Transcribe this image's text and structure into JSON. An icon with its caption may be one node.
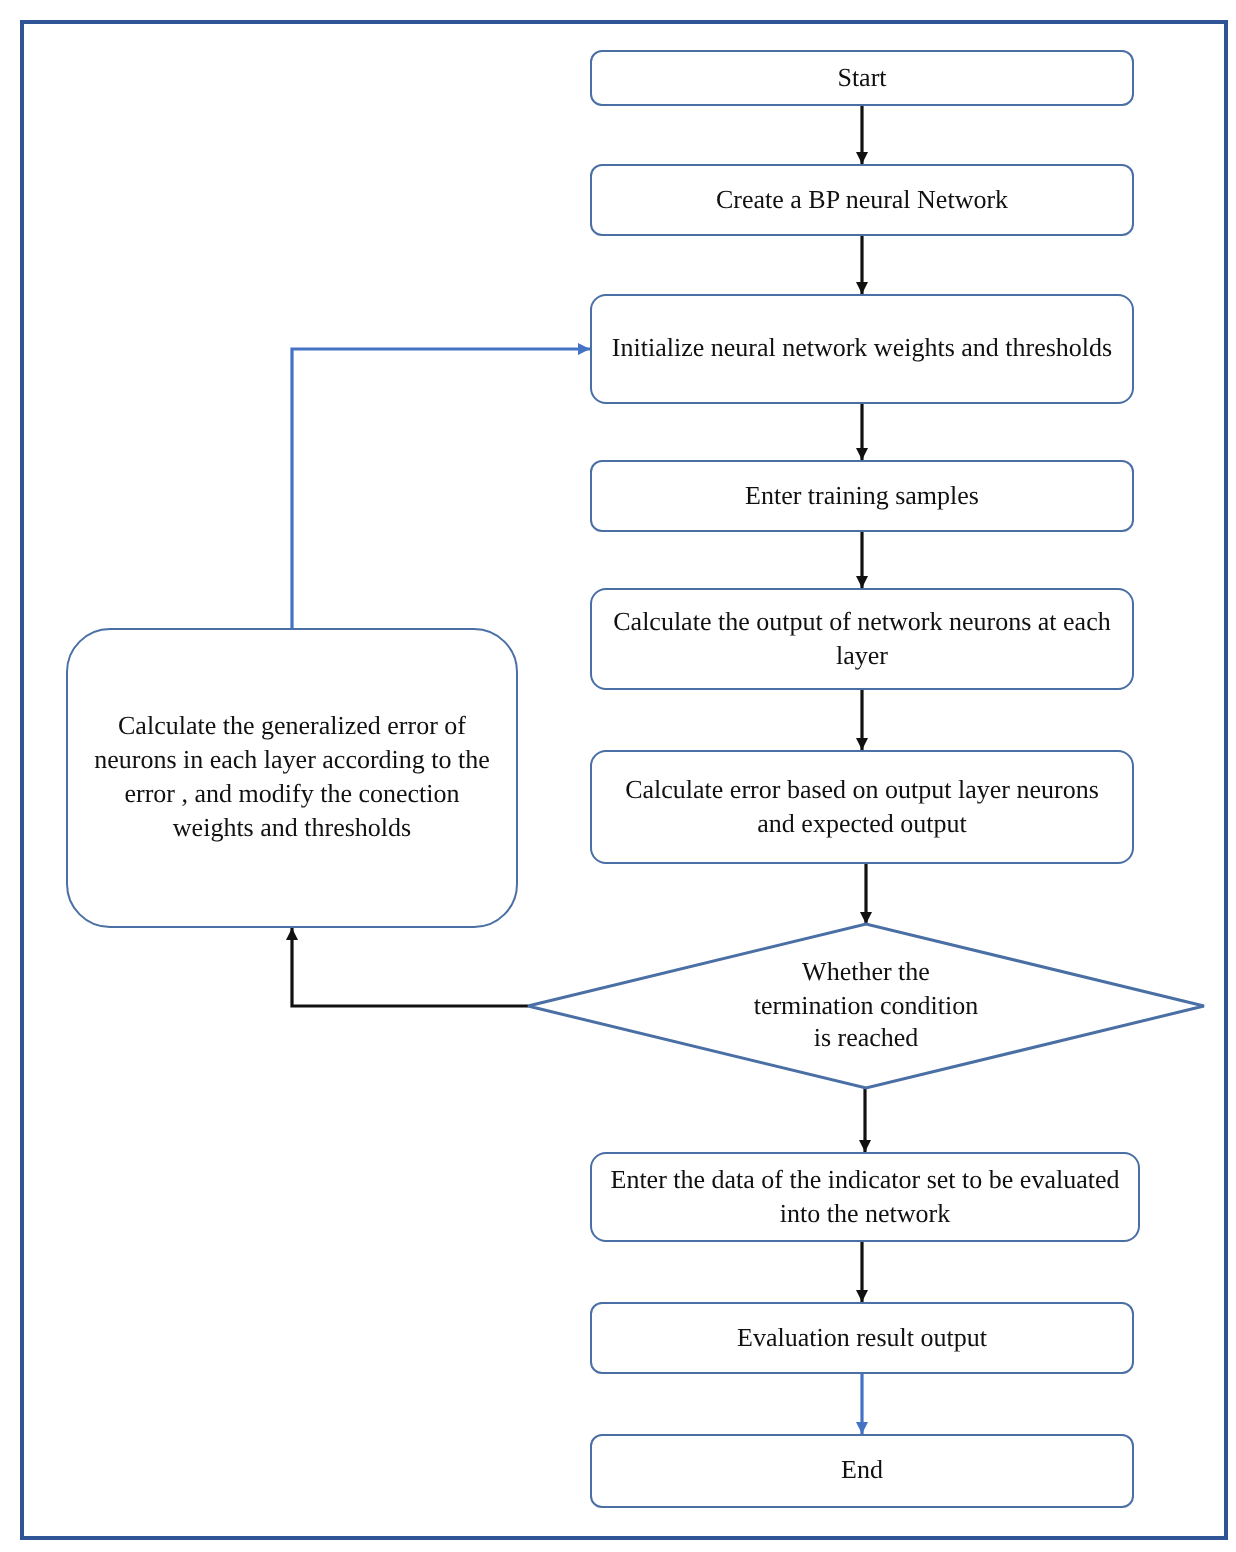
{
  "diagram": {
    "nodes": [
      {
        "text": [
          "Start"
        ]
      },
      {
        "text": [
          "Create a BP neural Network"
        ]
      },
      {
        "text": [
          "Initialize neural network weights and thresholds"
        ]
      },
      {
        "text": [
          "Enter training samples"
        ]
      },
      {
        "text": [
          "Calculate the output of network neurons at each layer"
        ]
      },
      {
        "text": [
          "Calculate error based on output layer neurons and expected output"
        ]
      },
      {
        "text": [
          "Whether the termination condition is reached"
        ]
      },
      {
        "text": [
          "Enter the data of the indicator set to be evaluated into the network"
        ]
      },
      {
        "text": [
          "Evaluation result output"
        ]
      },
      {
        "text": [
          "End"
        ]
      },
      {
        "text": [
          "Calculate the generalized error of neurons in each layer according to the error , and modify the conection weights and thresholds"
        ]
      }
    ],
    "edges": [
      {
        "from": 0,
        "to": 1,
        "arrow": "to"
      },
      {
        "from": 1,
        "to": 2,
        "arrow": "to"
      },
      {
        "from": 2,
        "to": 3,
        "arrow": "to"
      },
      {
        "from": 3,
        "to": 4,
        "arrow": "to"
      },
      {
        "from": 4,
        "to": 5,
        "arrow": "to"
      },
      {
        "from": 5,
        "to": 6,
        "arrow": "to"
      },
      {
        "from": 6,
        "to": 7,
        "arrow": "to"
      },
      {
        "from": 7,
        "to": 8,
        "arrow": "to"
      },
      {
        "from": 8,
        "to": 9,
        "arrow": "to",
        "color": "#4472c4"
      },
      {
        "from": 6,
        "to": 10,
        "arrow": "to"
      },
      {
        "from": 10,
        "to": 2,
        "arrow": "to",
        "color": "#4472c4"
      }
    ]
  }
}
